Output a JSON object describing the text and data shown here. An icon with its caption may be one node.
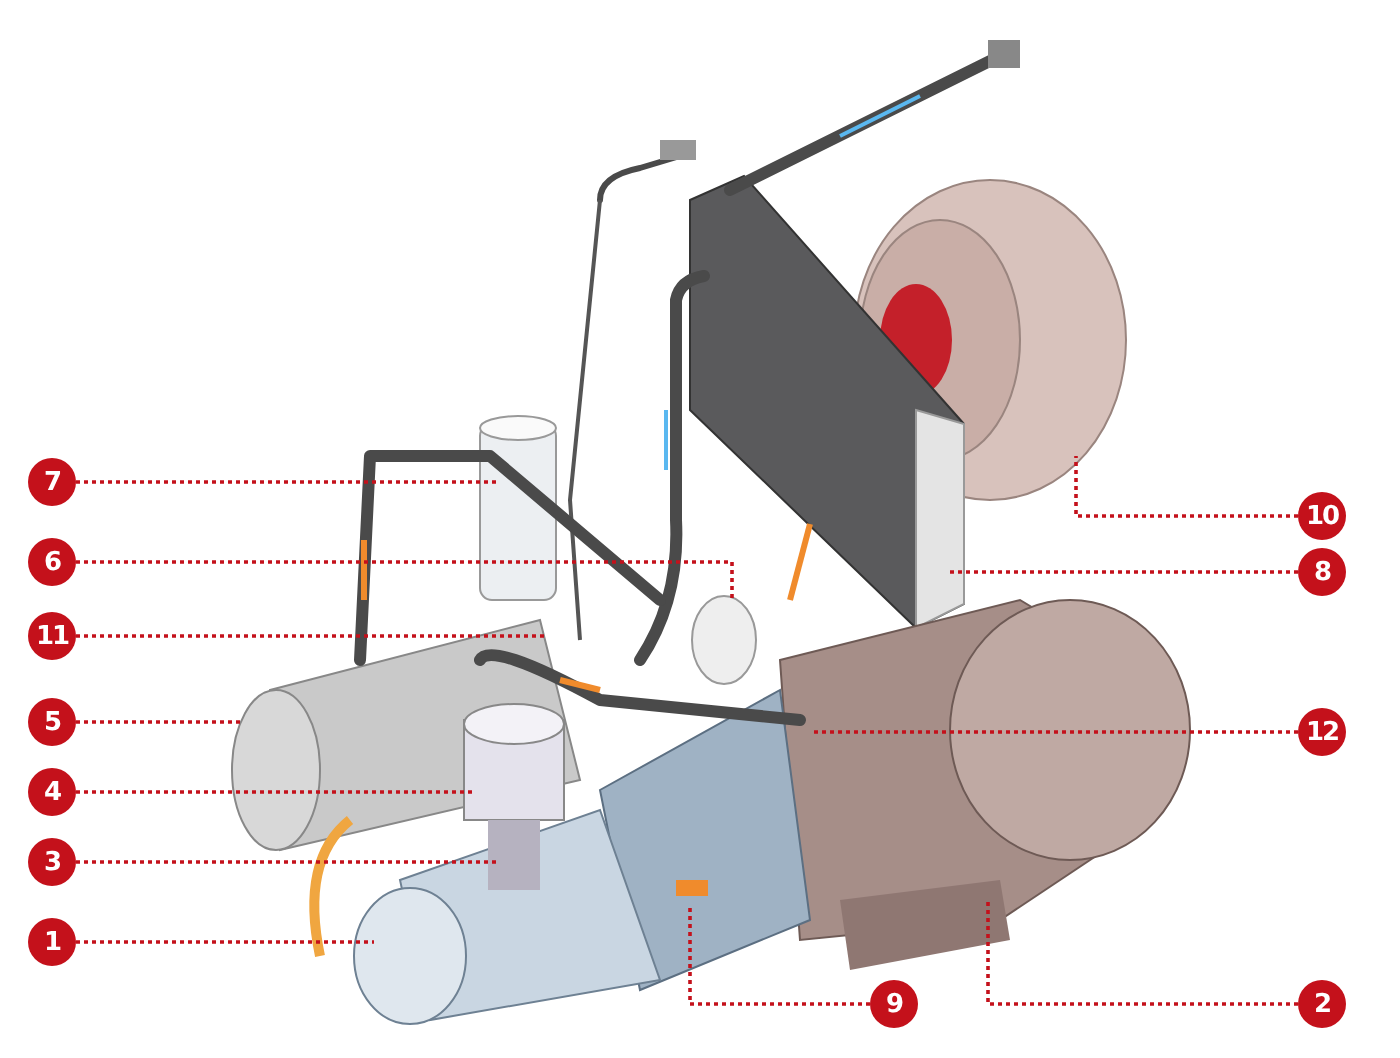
{
  "diagram": {
    "nodes": [
      {
        "text": [
          "7"
        ]
      },
      {
        "text": [
          "6"
        ]
      },
      {
        "text": [
          "11"
        ]
      },
      {
        "text": [
          "5"
        ]
      },
      {
        "text": [
          "4"
        ]
      },
      {
        "text": [
          "3"
        ]
      },
      {
        "text": [
          "1"
        ]
      },
      {
        "text": [
          "10"
        ]
      },
      {
        "text": [
          "8"
        ]
      },
      {
        "text": [
          "12"
        ]
      },
      {
        "text": [
          "9"
        ]
      },
      {
        "text": [
          "2"
        ]
      }
    ],
    "edges": [
      {
        "from": 0,
        "to": null,
        "arrow": "none"
      },
      {
        "from": 1,
        "to": null,
        "arrow": "none"
      },
      {
        "from": 2,
        "to": null,
        "arrow": "none"
      },
      {
        "from": 3,
        "to": null,
        "arrow": "none"
      },
      {
        "from": 4,
        "to": null,
        "arrow": "none"
      },
      {
        "from": 5,
        "to": null,
        "arrow": "none"
      },
      {
        "from": 6,
        "to": null,
        "arrow": "none"
      },
      {
        "from": 7,
        "to": null,
        "arrow": "none"
      },
      {
        "from": 8,
        "to": null,
        "arrow": "none"
      },
      {
        "from": 9,
        "to": null,
        "arrow": "none"
      },
      {
        "from": 10,
        "to": null,
        "arrow": "none"
      },
      {
        "from": 11,
        "to": null,
        "arrow": "none"
      }
    ]
  }
}
